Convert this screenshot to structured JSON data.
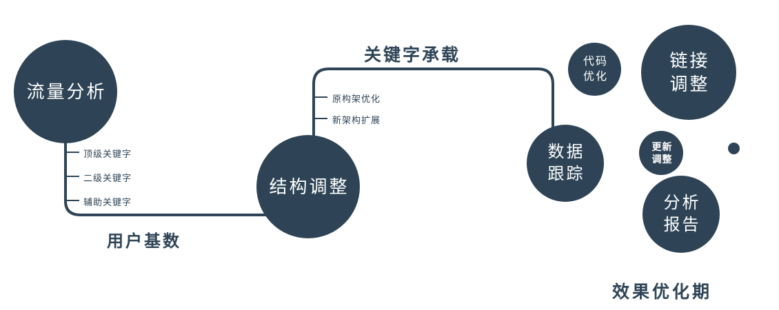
{
  "colors": {
    "primary": "#2e4456",
    "node_text": "#ffffff",
    "background": "#ffffff"
  },
  "nodes": {
    "traffic": {
      "label": "流量分析"
    },
    "structure": {
      "label": "结构调整"
    },
    "tracking": {
      "line1": "数据",
      "line2": "跟踪"
    },
    "code": {
      "line1": "代码",
      "line2": "优化"
    },
    "link": {
      "line1": "链接",
      "line2": "调整"
    },
    "update": {
      "line1": "更新",
      "line2": "调整"
    },
    "report": {
      "line1": "分析",
      "line2": "报告"
    }
  },
  "edges": {
    "user_base": "用户基数",
    "keyword_carry": "关键字承载"
  },
  "branches": {
    "traffic": [
      "顶级关键字",
      "二级关键字",
      "辅助关键字"
    ],
    "structure": [
      "原构架优化",
      "新架构扩展"
    ]
  },
  "footer": "效果优化期"
}
